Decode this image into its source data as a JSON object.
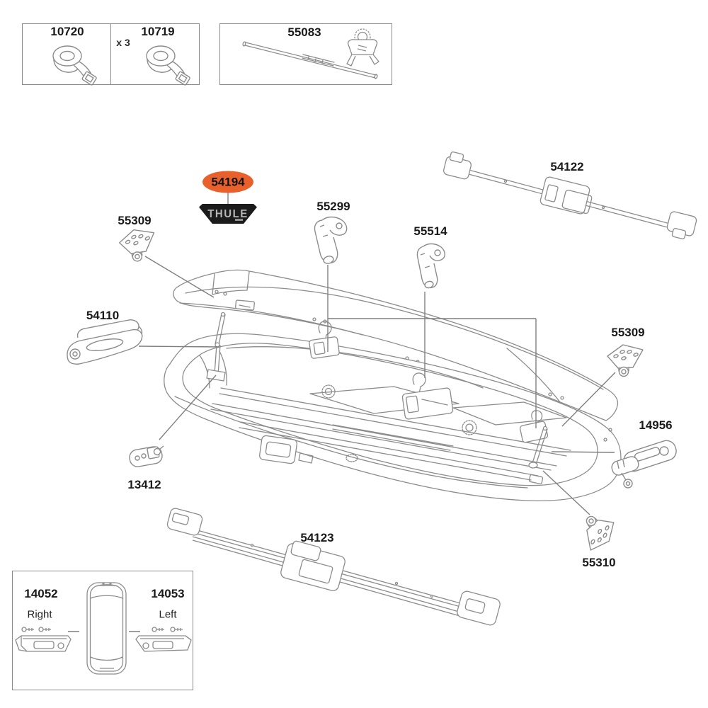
{
  "colors": {
    "highlight_orange": "#E8612C",
    "line_gray": "#8c8c8c",
    "leader_gray": "#7f7f7f",
    "label_black": "#1a1a1a",
    "logo_black": "#1b1b1b",
    "logo_text_gray": "#b5b5b5"
  },
  "top_left_panel": {
    "cells": [
      {
        "part_number": "10720",
        "icon": "strap-coil-icon"
      },
      {
        "part_number": "10719",
        "quantity": "x 3",
        "icon": "strap-coil-icon"
      }
    ]
  },
  "top_center_panel": {
    "part_number": "55083",
    "icons": [
      "tension-rod-icon",
      "clamp-knob-icon"
    ]
  },
  "highlighted_part": {
    "part_number": "54194",
    "logo_text": "THULE"
  },
  "part_labels": [
    {
      "text": "55309"
    },
    {
      "text": "55299"
    },
    {
      "text": "55514"
    },
    {
      "text": "54122"
    },
    {
      "text": "54110"
    },
    {
      "text": "13412"
    },
    {
      "text": "55309"
    },
    {
      "text": "14956"
    },
    {
      "text": "55310"
    },
    {
      "text": "54123"
    }
  ],
  "bottom_left_panel": {
    "left_item": {
      "part_number": "14052",
      "side_label": "Right",
      "icon": "endcap-right-icon"
    },
    "right_item": {
      "part_number": "14053",
      "side_label": "Left",
      "icon": "endcap-left-icon"
    },
    "center_icon": "roofbox-top-view-icon"
  }
}
